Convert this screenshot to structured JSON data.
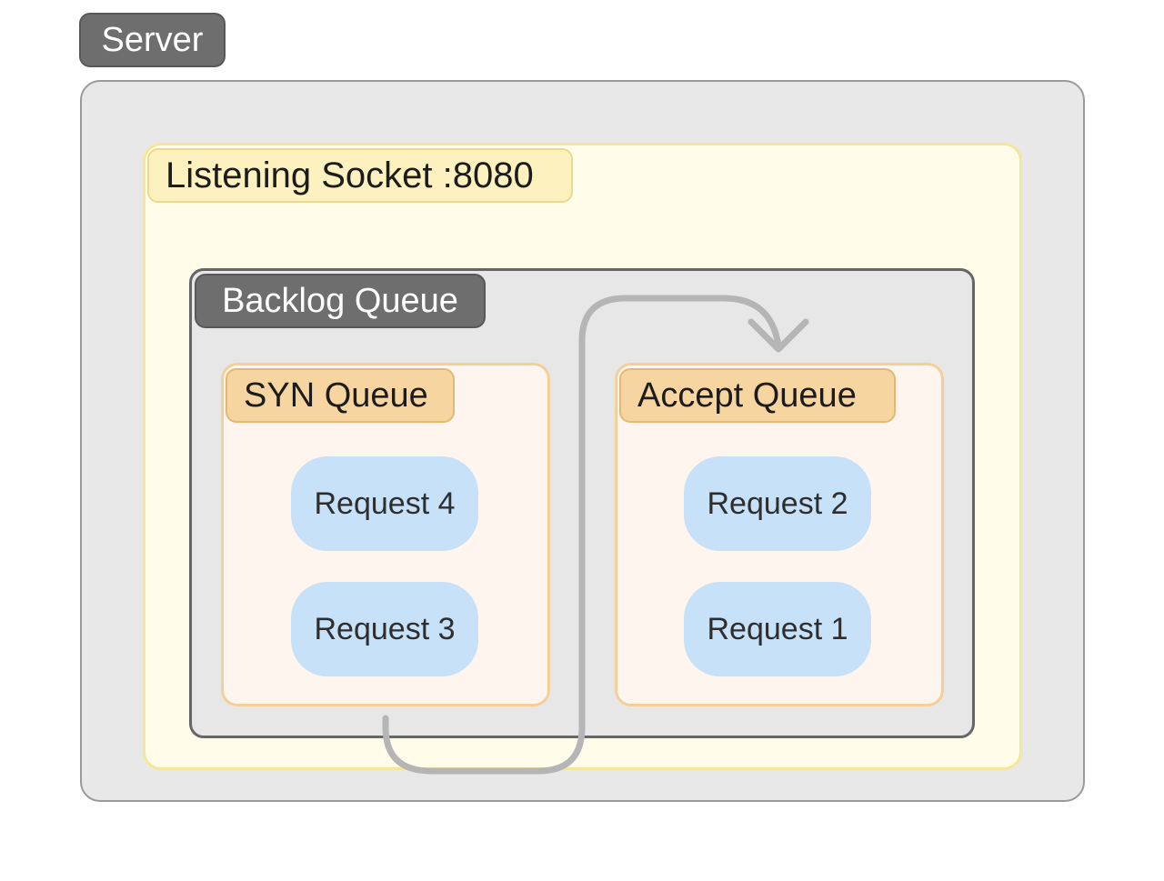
{
  "server": {
    "label": "Server"
  },
  "socket": {
    "label": "Listening Socket :8080"
  },
  "backlog": {
    "label": "Backlog Queue"
  },
  "syn_queue": {
    "label": "SYN Queue",
    "requests": [
      "Request 4",
      "Request 3"
    ]
  },
  "accept_queue": {
    "label": "Accept Queue",
    "requests": [
      "Request 2",
      "Request 1"
    ]
  },
  "colors": {
    "server_tag": "#6e6e6e",
    "server_box": "#e8e8e8",
    "socket_box": "#fffcea",
    "socket_tag": "#fdf2bf",
    "queue_tag": "#f7d5a0",
    "queue_box": "#fdf5ee",
    "request_pill": "#c6e1f8",
    "flow_arrow": "#b5b5b5"
  }
}
